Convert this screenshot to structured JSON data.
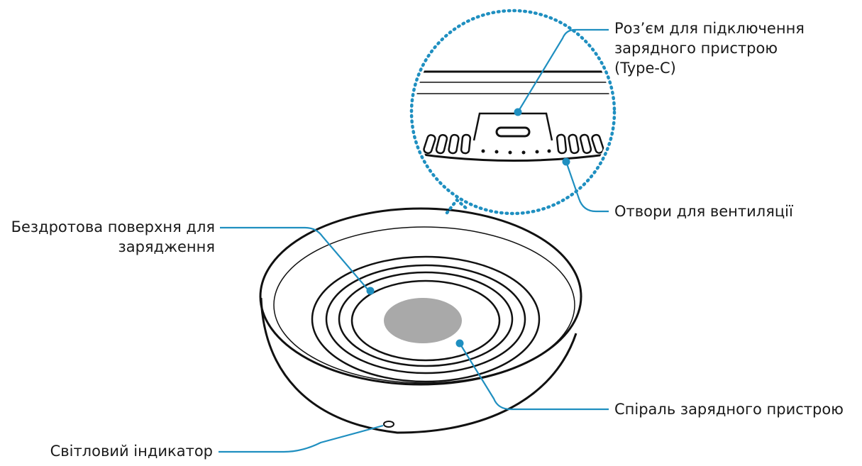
{
  "labels": {
    "connector": [
      "Роз’єм для підключення",
      "зарядного пристрою",
      "(Type-C)"
    ],
    "vents": "Отвори для вентиляції",
    "surface": [
      "Бездротова поверхня для",
      "зарядження"
    ],
    "coil": "Спіраль зарядного пристрою",
    "indicator": "Світловий індикатор"
  },
  "colors": {
    "callout": "#1f8fc0",
    "outline": "#111111",
    "coil_fill": "#a9a9a9"
  }
}
